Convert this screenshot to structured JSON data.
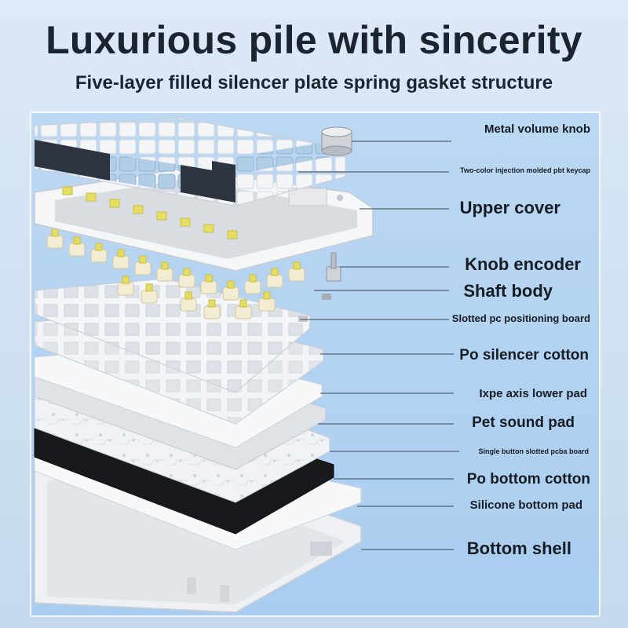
{
  "header": {
    "title": "Luxurious pile with sincerity",
    "subtitle": "Five-layer filled silencer plate spring gasket structure"
  },
  "labels": [
    {
      "id": "knob",
      "text": "Metal volume knob"
    },
    {
      "id": "keycap",
      "text": "Two-color injection molded pbt keycap"
    },
    {
      "id": "upper",
      "text": "Upper cover"
    },
    {
      "id": "encoder",
      "text": "Knob encoder"
    },
    {
      "id": "shaft",
      "text": "Shaft body"
    },
    {
      "id": "positioning",
      "text": "Slotted pc positioning board"
    },
    {
      "id": "po-silencer",
      "text": "Po silencer cotton"
    },
    {
      "id": "ixpe",
      "text": "Ixpe axis lower pad"
    },
    {
      "id": "pet",
      "text": "Pet sound pad"
    },
    {
      "id": "pcba",
      "text": "Single button slotted pcba board"
    },
    {
      "id": "po-bottom",
      "text": "Po bottom cotton"
    },
    {
      "id": "silicone",
      "text": "Silicone bottom pad"
    },
    {
      "id": "shell",
      "text": "Bottom shell"
    }
  ],
  "colors": {
    "background": "#cfe1f3",
    "panel": "#b3d3f1",
    "text": "#1b2430",
    "keycap_white": "#f3f4f6",
    "keycap_blue": "#a9c6e2",
    "keycap_dark": "#2d3440",
    "switch_yellow": "#e6dd62",
    "switch_body": "#f2ecd2",
    "layer_white": "#f1f3f6",
    "layer_black": "#17191c"
  }
}
